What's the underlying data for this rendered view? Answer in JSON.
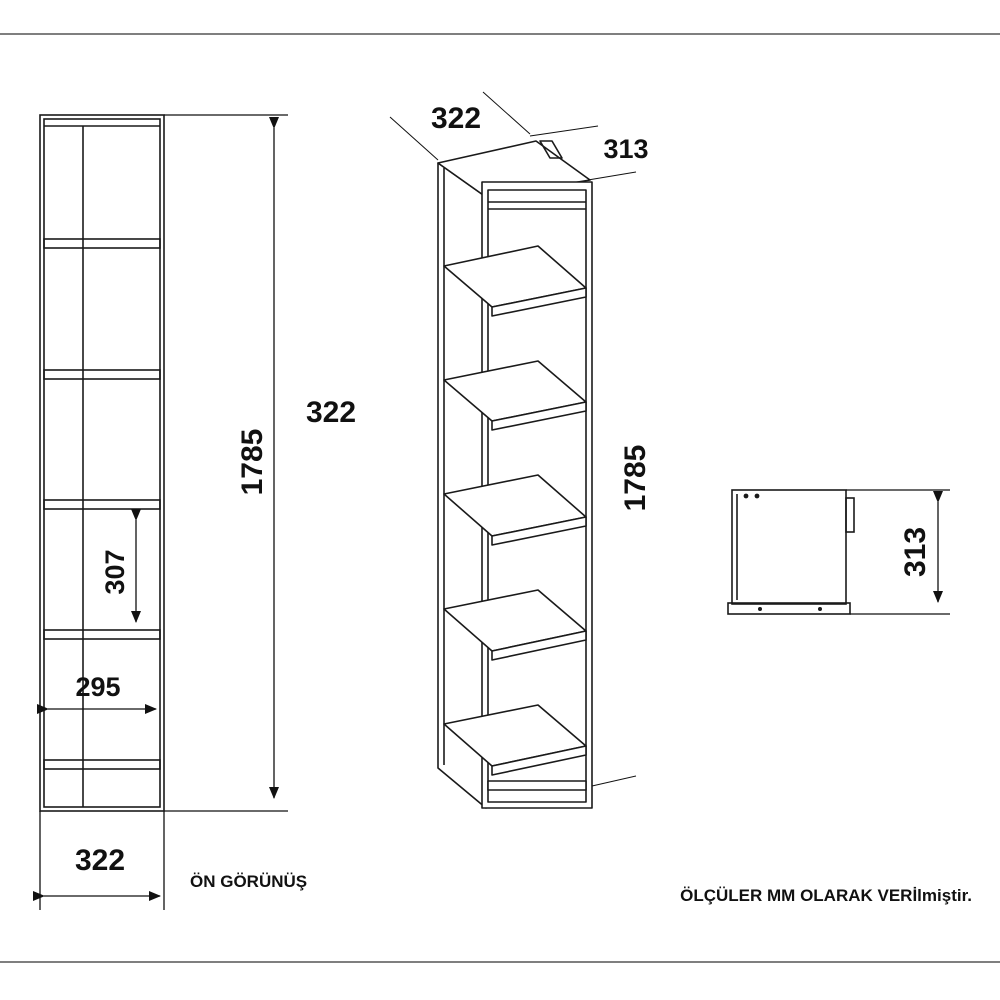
{
  "dimensions": {
    "front_width": "322",
    "front_height": "1785",
    "front_inner_width": "295",
    "front_shelf_gap": "307",
    "middle_label": "322",
    "iso_width": "322",
    "iso_depth": "313",
    "iso_height": "1785",
    "side_depth": "313"
  },
  "labels": {
    "front_view": "ÖN GÖRÜNÜŞ",
    "units_note": "ÖLÇÜLER MM OLARAK VERİlmiştir."
  },
  "colors": {
    "line": "#1a1a1a",
    "frame_rule": "#555555"
  }
}
